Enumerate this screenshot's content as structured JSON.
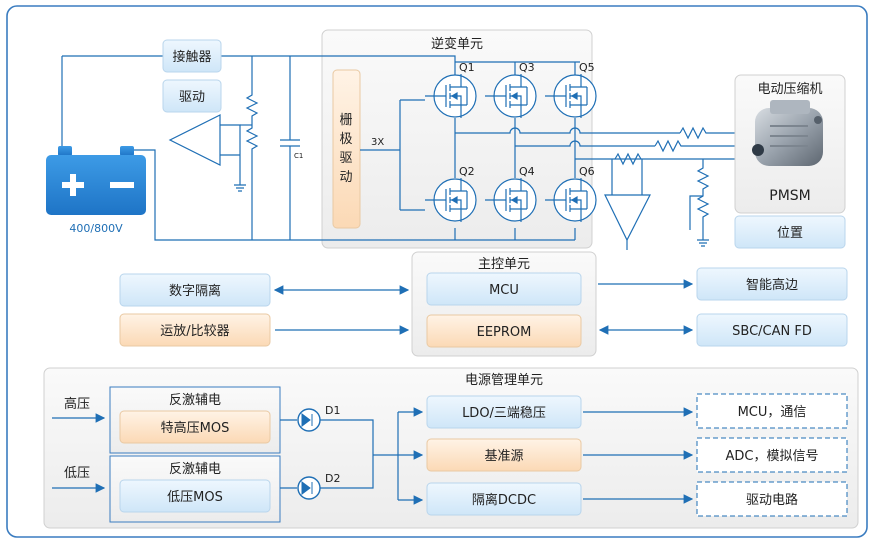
{
  "inverter": {
    "title": "逆变单元",
    "gate_driver": [
      "栅",
      "极",
      "驱",
      "动"
    ],
    "gate_label": "3X",
    "transistors": [
      "Q1",
      "Q3",
      "Q5",
      "Q2",
      "Q4",
      "Q6"
    ]
  },
  "battery": {
    "voltage": "400/800V"
  },
  "contactor": {
    "label": "接触器",
    "drive": "驱动"
  },
  "capacitor": {
    "label": "C1"
  },
  "motor": {
    "title": "电动压缩机",
    "type": "PMSM",
    "position": "位置"
  },
  "main_control": {
    "title": "主控单元",
    "mcu": "MCU",
    "eeprom": "EEPROM"
  },
  "left_blocks": {
    "digital_isolation": "数字隔离",
    "opamp": "运放/比较器"
  },
  "right_blocks": {
    "smart_high_side": "智能高边",
    "sbc": "SBC/CAN FD"
  },
  "power": {
    "title": "电源管理单元",
    "hv_in": "高压",
    "lv_in": "低压",
    "flyback": "反激辅电",
    "hv_mos": "特高压MOS",
    "lv_mos": "低压MOS",
    "d1": "D1",
    "d2": "D2",
    "ldo": "LDO/三端稳压",
    "ref": "基准源",
    "iso": "隔离DCDC",
    "out_mcu": "MCU，通信",
    "out_adc": "ADC，模拟信号",
    "out_drive": "驱动电路"
  },
  "colors": {
    "line": "#1f6fb5",
    "frame": "#3a7cc0",
    "blue_box": "#dceefb",
    "orange_box": "#fde7cf"
  }
}
